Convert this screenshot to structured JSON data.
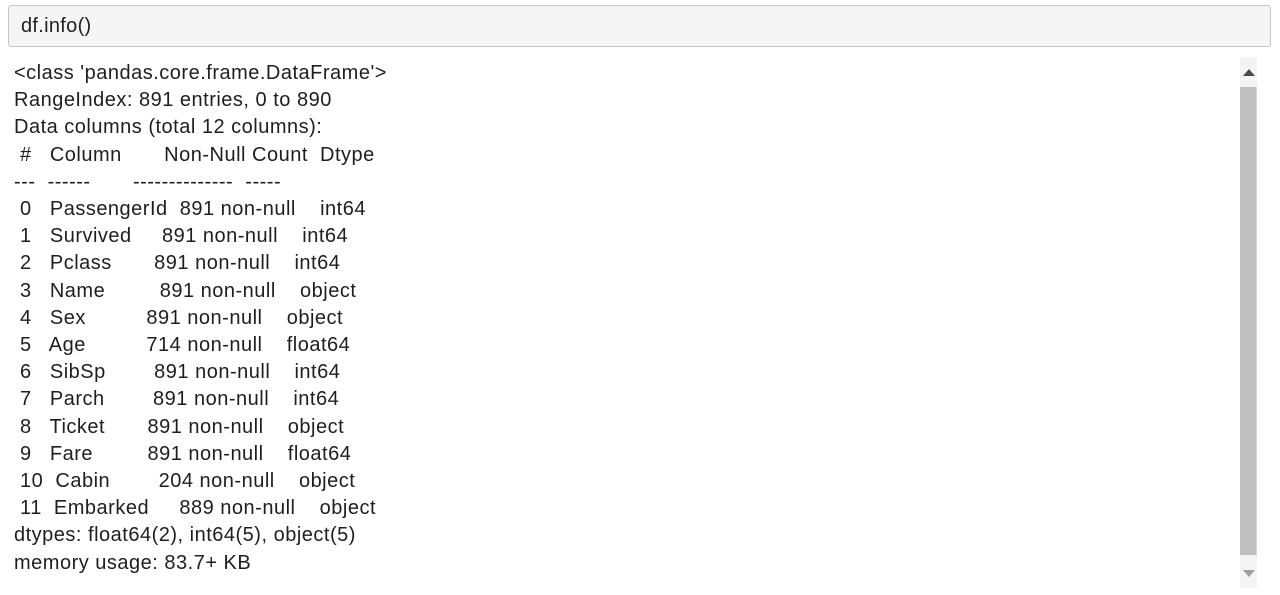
{
  "code_cell": {
    "value": "df.info()"
  },
  "output": {
    "lines": [
      "<class 'pandas.core.frame.DataFrame'>",
      "RangeIndex: 891 entries, 0 to 890",
      "Data columns (total 12 columns):",
      " #   Column       Non-Null Count  Dtype  ",
      "---  ------       --------------  -----  ",
      " 0   PassengerId  891 non-null    int64  ",
      " 1   Survived     891 non-null    int64  ",
      " 2   Pclass       891 non-null    int64  ",
      " 3   Name         891 non-null    object ",
      " 4   Sex          891 non-null    object ",
      " 5   Age          714 non-null    float64",
      " 6   SibSp        891 non-null    int64  ",
      " 7   Parch        891 non-null    int64  ",
      " 8   Ticket       891 non-null    object ",
      " 9   Fare         891 non-null    float64",
      " 10  Cabin        204 non-null    object ",
      " 11  Embarked     889 non-null    object ",
      "dtypes: float64(2), int64(5), object(5)",
      "memory usage: 83.7+ KB"
    ],
    "summary": {
      "class_name": "pandas.core.frame.DataFrame",
      "range_index": "891 entries, 0 to 890",
      "total_columns": 12,
      "dtypes": "float64(2), int64(5), object(5)",
      "memory_usage": "83.7+ KB"
    },
    "columns_table": {
      "headers": [
        "#",
        "Column",
        "Non-Null Count",
        "Dtype"
      ],
      "rows": [
        [
          "0",
          "PassengerId",
          "891 non-null",
          "int64"
        ],
        [
          "1",
          "Survived",
          "891 non-null",
          "int64"
        ],
        [
          "2",
          "Pclass",
          "891 non-null",
          "int64"
        ],
        [
          "3",
          "Name",
          "891 non-null",
          "object"
        ],
        [
          "4",
          "Sex",
          "891 non-null",
          "object"
        ],
        [
          "5",
          "Age",
          "714 non-null",
          "float64"
        ],
        [
          "6",
          "SibSp",
          "891 non-null",
          "int64"
        ],
        [
          "7",
          "Parch",
          "891 non-null",
          "int64"
        ],
        [
          "8",
          "Ticket",
          "891 non-null",
          "object"
        ],
        [
          "9",
          "Fare",
          "891 non-null",
          "float64"
        ],
        [
          "10",
          "Cabin",
          "204 non-null",
          "object"
        ],
        [
          "11",
          "Embarked",
          "889 non-null",
          "object"
        ]
      ]
    }
  },
  "colors": {
    "page_background": "#ffffff",
    "input_background": "#f5f5f5",
    "input_border": "#c6c6c6",
    "text": "#1e1e1e",
    "scrollbar_track": "#f1f1f1",
    "scrollbar_thumb": "#c0c0c0",
    "scroll_arrow_up": "#4a4a4a",
    "scroll_arrow_down": "#9f9f9f"
  }
}
